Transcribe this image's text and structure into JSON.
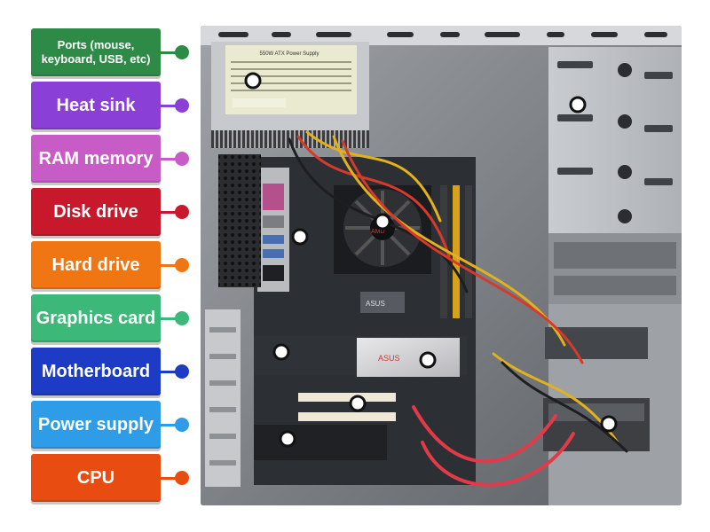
{
  "labels": [
    {
      "text": "Ports (mouse, keyboard, USB, etc)",
      "color": "#2e8b47"
    },
    {
      "text": "Heat sink",
      "color": "#8a3fd6"
    },
    {
      "text": "RAM memory",
      "color": "#c75cc7"
    },
    {
      "text": "Disk drive",
      "color": "#c8192c"
    },
    {
      "text": "Hard drive",
      "color": "#f07613"
    },
    {
      "text": "Graphics card",
      "color": "#3cb878"
    },
    {
      "text": "Motherboard",
      "color": "#1d3bc4"
    },
    {
      "text": "Power supply",
      "color": "#2f9ce8"
    },
    {
      "text": "CPU",
      "color": "#e84c10"
    }
  ],
  "photo": {
    "psu_label": "550W ATX Power Supply",
    "heatsink_brand": "AMD",
    "board_brand": "ASUS",
    "gpu_brand": "ASUS",
    "targets_count": 9
  }
}
